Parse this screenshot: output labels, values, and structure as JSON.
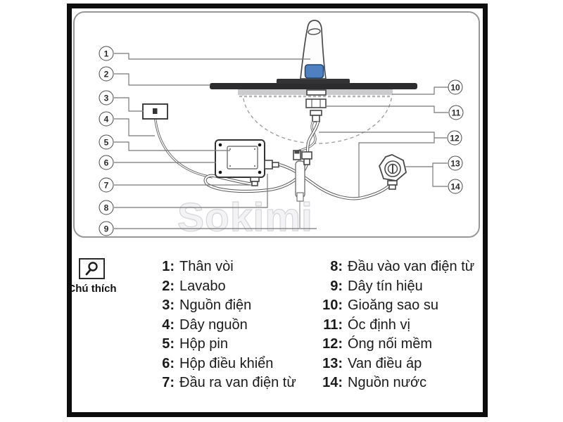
{
  "watermark": "Sokimi",
  "legend": {
    "icon_label": "Chú thích",
    "left": [
      {
        "num": "1:",
        "label": "Thân vòi"
      },
      {
        "num": "2:",
        "label": "Lavabo"
      },
      {
        "num": "3:",
        "label": "Nguồn điện"
      },
      {
        "num": "4:",
        "label": "Dây nguồn"
      },
      {
        "num": "5:",
        "label": "Hộp pin"
      },
      {
        "num": "6:",
        "label": "Hộp điều khiển"
      },
      {
        "num": "7:",
        "label": "Đầu ra van điện từ"
      }
    ],
    "right": [
      {
        "num": "8:",
        "label": "Đầu vào van điện từ"
      },
      {
        "num": "9:",
        "label": "Dây tín hiệu"
      },
      {
        "num": "10:",
        "label": "Gioăng sao su"
      },
      {
        "num": "11:",
        "label": "Óc định vị"
      },
      {
        "num": "12:",
        "label": "Óng nối mềm"
      },
      {
        "num": "13:",
        "label": "Van điều áp"
      },
      {
        "num": "14:",
        "label": "Nguồn nước"
      }
    ]
  },
  "diagram": {
    "callouts": [
      {
        "n": "1"
      },
      {
        "n": "2"
      },
      {
        "n": "3"
      },
      {
        "n": "4"
      },
      {
        "n": "5"
      },
      {
        "n": "6"
      },
      {
        "n": "7"
      },
      {
        "n": "8"
      },
      {
        "n": "9"
      },
      {
        "n": "10"
      },
      {
        "n": "11"
      },
      {
        "n": "12"
      },
      {
        "n": "13"
      },
      {
        "n": "14"
      }
    ]
  },
  "colors": {
    "sensor_blue": "#4f80c0",
    "counter_dark": "#2c2c2e",
    "gasket_gray": "#cbcbcd",
    "frame_black": "#0d0d0d",
    "leader_gray": "#787878"
  }
}
